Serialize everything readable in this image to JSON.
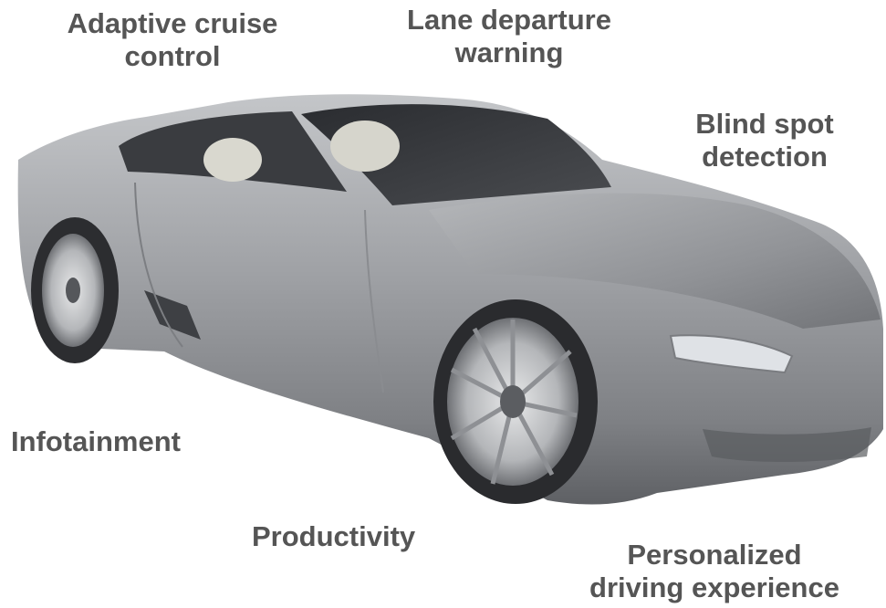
{
  "features": {
    "adaptive_cruise": [
      "Adaptive cruise",
      "control"
    ],
    "lane_departure": [
      "Lane departure",
      "warning"
    ],
    "blind_spot": [
      "Blind spot",
      "detection"
    ],
    "infotainment": "Infotainment",
    "productivity": "Productivity",
    "personalized": [
      "Personalized",
      "driving experience"
    ]
  },
  "colors": {
    "label_text": "#555555",
    "car_body": "#9c9ea2",
    "wheel": "#c8cacc"
  }
}
